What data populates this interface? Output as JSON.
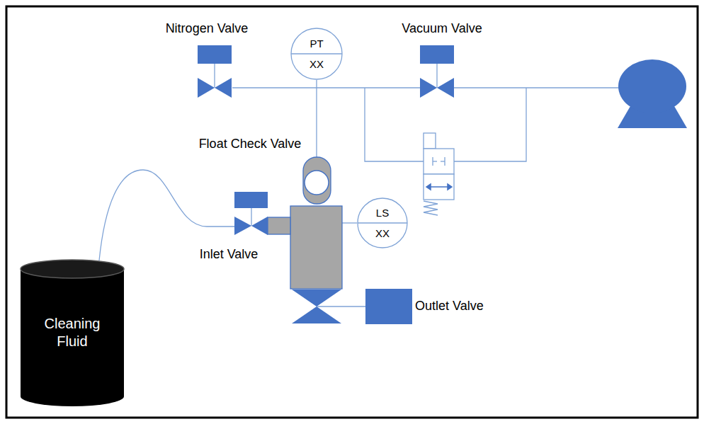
{
  "diagram": {
    "nodes": [
      {
        "text": [
          "PT",
          "XX"
        ]
      },
      {
        "text": [
          "LS",
          "XX"
        ]
      },
      {
        "text": [
          "Cleaning Fluid"
        ]
      }
    ],
    "labels": [
      "Nitrogen Valve",
      "Vacuum Valve",
      "Float Check Valve",
      "Inlet Valve",
      "Outlet Valve"
    ]
  }
}
